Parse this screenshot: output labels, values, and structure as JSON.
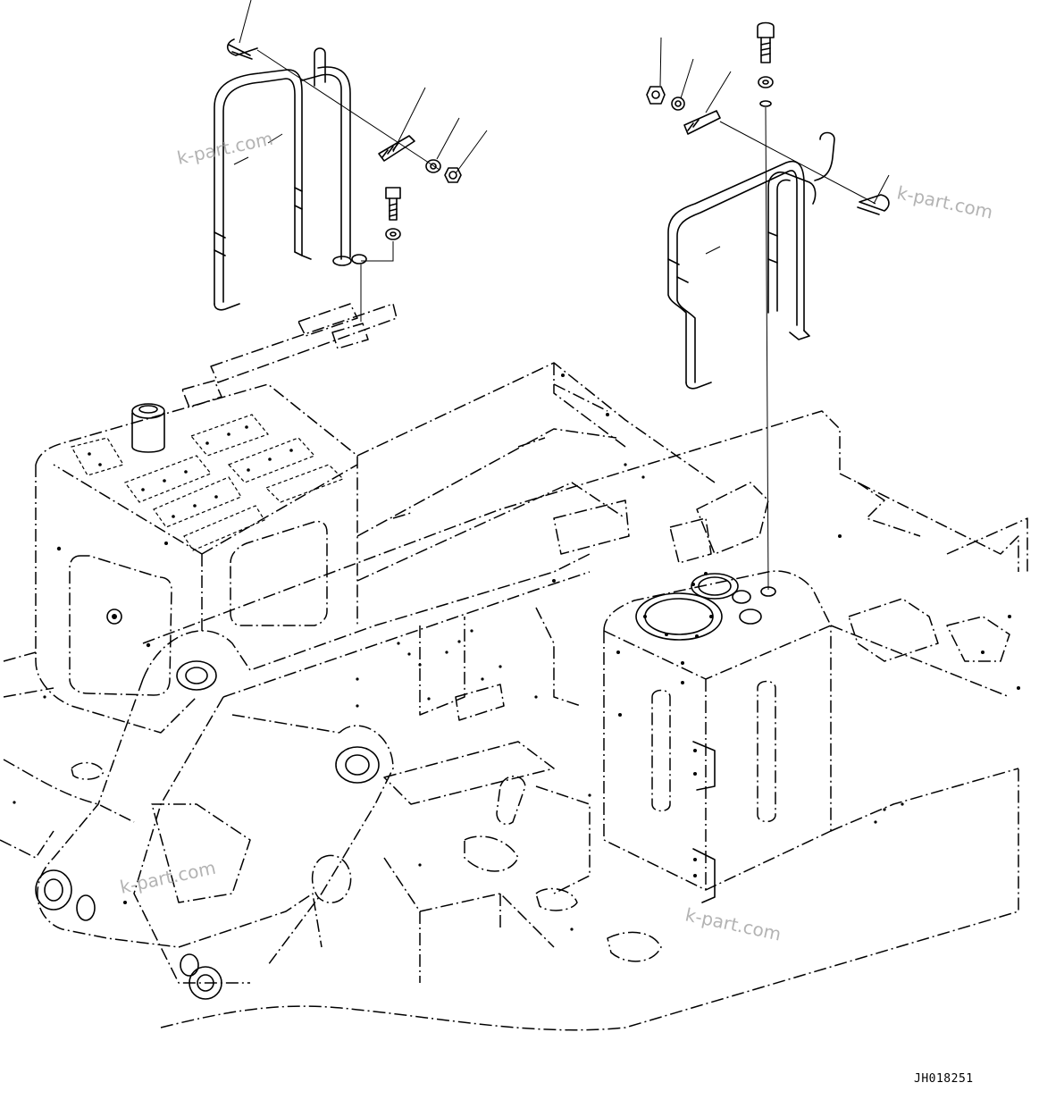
{
  "watermarks": [
    "k-part.com",
    "k-part.com",
    "k-part.com",
    "k-part.com"
  ],
  "drawing_code": "JH018251"
}
